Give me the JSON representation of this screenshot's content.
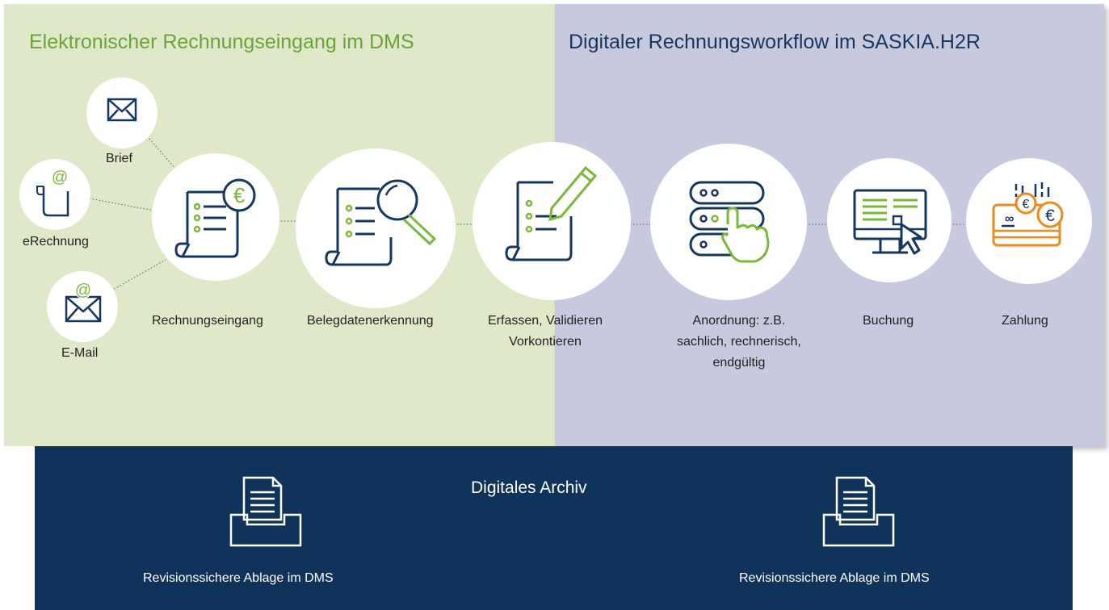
{
  "sections": {
    "left_title": "Elektronischer Rechnungseingang im DMS",
    "right_title": "Digitaler Rechnungsworkflow im SASKIA.H2R"
  },
  "inputs": {
    "brief": "Brief",
    "erechnung": "eRechnung",
    "email": "E-Mail"
  },
  "steps": [
    {
      "label": "Rechnungseingang",
      "icon": "invoice-euro-icon"
    },
    {
      "label": "Belegdatenerkennung",
      "icon": "document-magnifier-icon"
    },
    {
      "label_line1": "Erfassen, Validieren",
      "label_line2": "Vorkontieren",
      "icon": "document-pencil-icon"
    },
    {
      "label_line1": "Anordnung: z.B.",
      "label_line2": "sachlich, rechnerisch,",
      "label_line3": "endgültig",
      "icon": "server-hand-icon"
    },
    {
      "label": "Buchung",
      "icon": "monitor-cursor-icon"
    },
    {
      "label": "Zahlung",
      "icon": "credit-card-euro-icon"
    }
  ],
  "archive": {
    "title": "Digitales Archiv",
    "left_label": "Revisionssichere Ablage im DMS",
    "right_label": "Revisionssichere Ablage im DMS"
  },
  "colors": {
    "green_panel": "#dfe9c9",
    "blue_panel": "#c7cade",
    "navy": "#10335c",
    "accent_green": "#7ab83a",
    "accent_orange": "#ef8a1a"
  }
}
